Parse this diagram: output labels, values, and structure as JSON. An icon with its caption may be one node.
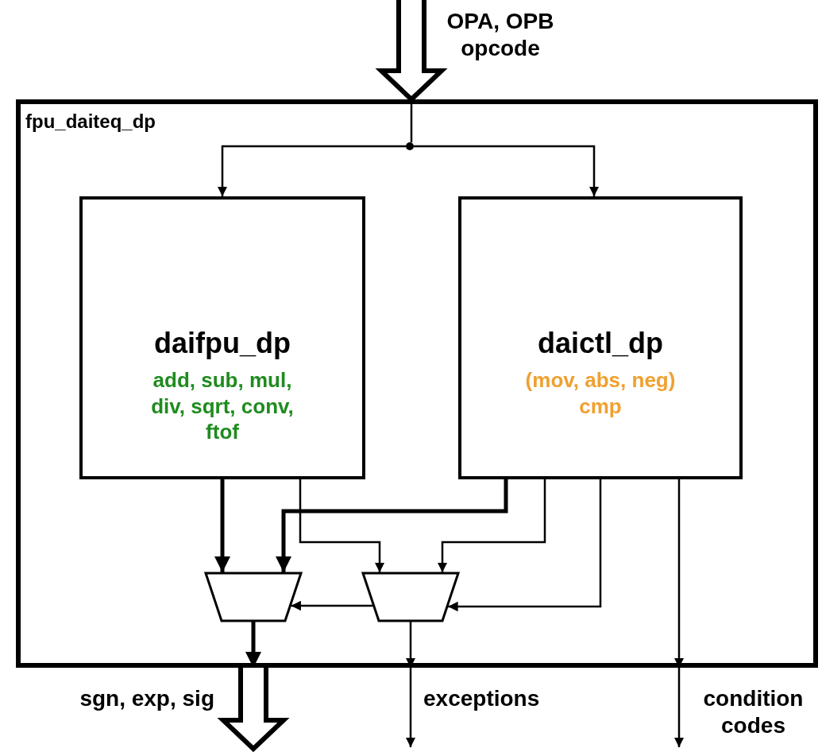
{
  "diagram": {
    "nodes": [
      {
        "text": [
          "fpu_daiteq_dp"
        ]
      },
      {
        "text": [
          "daifpu_dp",
          "add, sub, mul, div, sqrt, conv, ftof"
        ],
        "in": 0
      },
      {
        "text": [
          "daictl_dp",
          "(mov, abs, neg) cmp"
        ],
        "in": 0
      },
      {
        "text": [],
        "shape": "trapezoid",
        "in": 0
      },
      {
        "text": [],
        "shape": "trapezoid",
        "in": 0
      },
      {
        "text": [],
        "shape": "dot",
        "in": 0
      }
    ],
    "edges": [
      {
        "from": null,
        "to": 0,
        "arrow": "to",
        "label": "OPA, OPB opcode",
        "style": "thick"
      },
      {
        "from": 0,
        "to": 5,
        "arrow": "none"
      },
      {
        "from": 5,
        "to": 1,
        "arrow": "to"
      },
      {
        "from": 5,
        "to": 2,
        "arrow": "to"
      },
      {
        "from": 1,
        "to": 3,
        "arrow": "to",
        "style": "thick"
      },
      {
        "from": 2,
        "to": 3,
        "arrow": "to",
        "style": "thick"
      },
      {
        "from": 1,
        "to": 4,
        "arrow": "to"
      },
      {
        "from": 2,
        "to": 4,
        "arrow": "to"
      },
      {
        "from": 4,
        "to": 3,
        "arrow": "to"
      },
      {
        "from": 2,
        "to": 4,
        "arrow": "to"
      },
      {
        "from": 3,
        "to": 0,
        "arrow": "to",
        "style": "thick"
      },
      {
        "from": 0,
        "to": null,
        "arrow": "to",
        "label": "sgn, exp, sig",
        "style": "thick"
      },
      {
        "from": 4,
        "to": 0,
        "arrow": "to"
      },
      {
        "from": 0,
        "to": null,
        "arrow": "to",
        "label": "exceptions"
      },
      {
        "from": 2,
        "to": 0,
        "arrow": "to"
      },
      {
        "from": 0,
        "to": null,
        "arrow": "to",
        "label": "condition codes"
      }
    ]
  }
}
